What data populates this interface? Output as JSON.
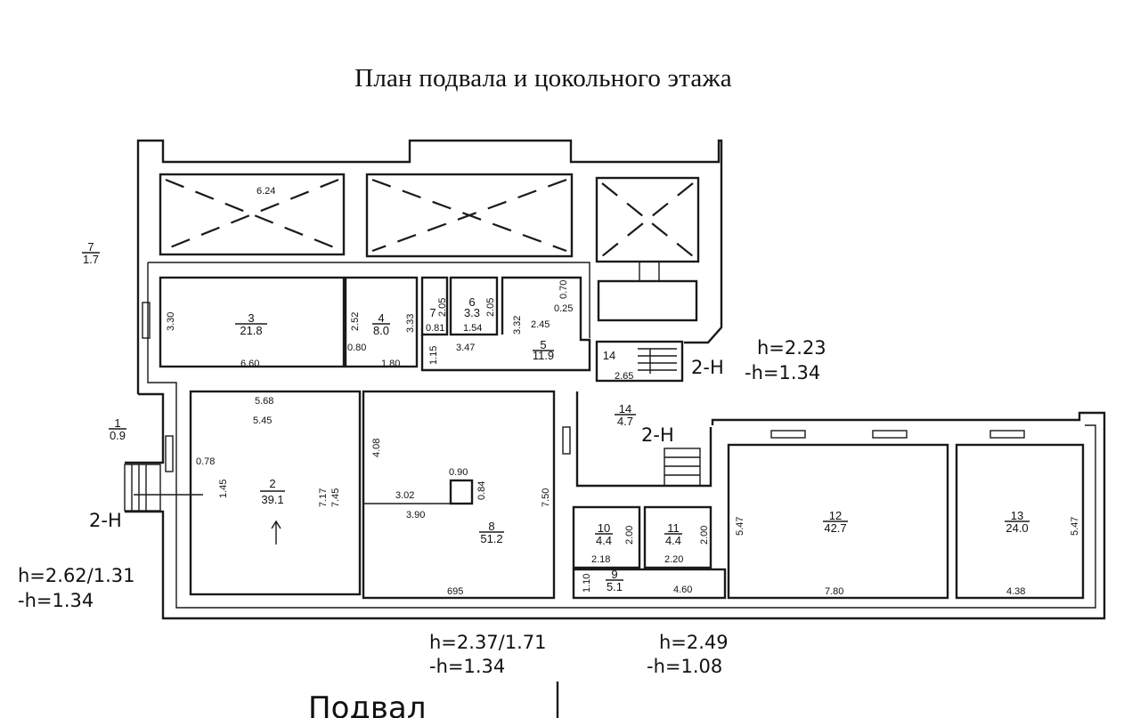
{
  "title": "План подвала и цокольного этажа",
  "rooms": [
    {
      "id": "1",
      "area": "0.9"
    },
    {
      "id": "2",
      "area": "39.1"
    },
    {
      "id": "3",
      "area": "21.8"
    },
    {
      "id": "4",
      "area": "8.0"
    },
    {
      "id": "5",
      "area": "11.9"
    },
    {
      "id": "6",
      "area": "3.3"
    },
    {
      "id": "7",
      "area": "1.7"
    },
    {
      "id": "8",
      "area": "51.2"
    },
    {
      "id": "9",
      "area": "5.1"
    },
    {
      "id": "10",
      "area": "4.4"
    },
    {
      "id": "11",
      "area": "4.4"
    },
    {
      "id": "12",
      "area": "42.7"
    },
    {
      "id": "13",
      "area": "24.0"
    },
    {
      "id": "14",
      "area": "4.7"
    }
  ],
  "room14_upper_label": "14",
  "dimensions": [
    "6.24",
    "3.30",
    "2.52",
    "3.33",
    "0.80",
    "1.80",
    "6.60",
    "5.68",
    "5.45",
    "2.05",
    "0.81",
    "1.54",
    "2.05",
    "3.47",
    "1.15",
    "3.32",
    "2.45",
    "0.70",
    "0.25",
    "2.65",
    "4.08",
    "0.78",
    "1.45",
    "7.17",
    "7.45",
    "0.90",
    "0.84",
    "3.02",
    "3.90",
    "7.50",
    "695",
    "2.00",
    "2.00",
    "2.18",
    "2.20",
    "1.10",
    "4.60",
    "5.47",
    "7.80",
    "5.47",
    "4.38"
  ],
  "section_marks": [
    "2-Н",
    "2-Н",
    "2-Н"
  ],
  "heights": [
    {
      "h": "h=2.23",
      "neg": "-h=1.34"
    },
    {
      "h": "h=2.62/1.31",
      "neg": "-h=1.34"
    },
    {
      "h": "h=2.37/1.71",
      "neg": "-h=1.34"
    },
    {
      "h": "h=2.49",
      "neg": "-h=1.08"
    }
  ],
  "stamp": "Подвал"
}
